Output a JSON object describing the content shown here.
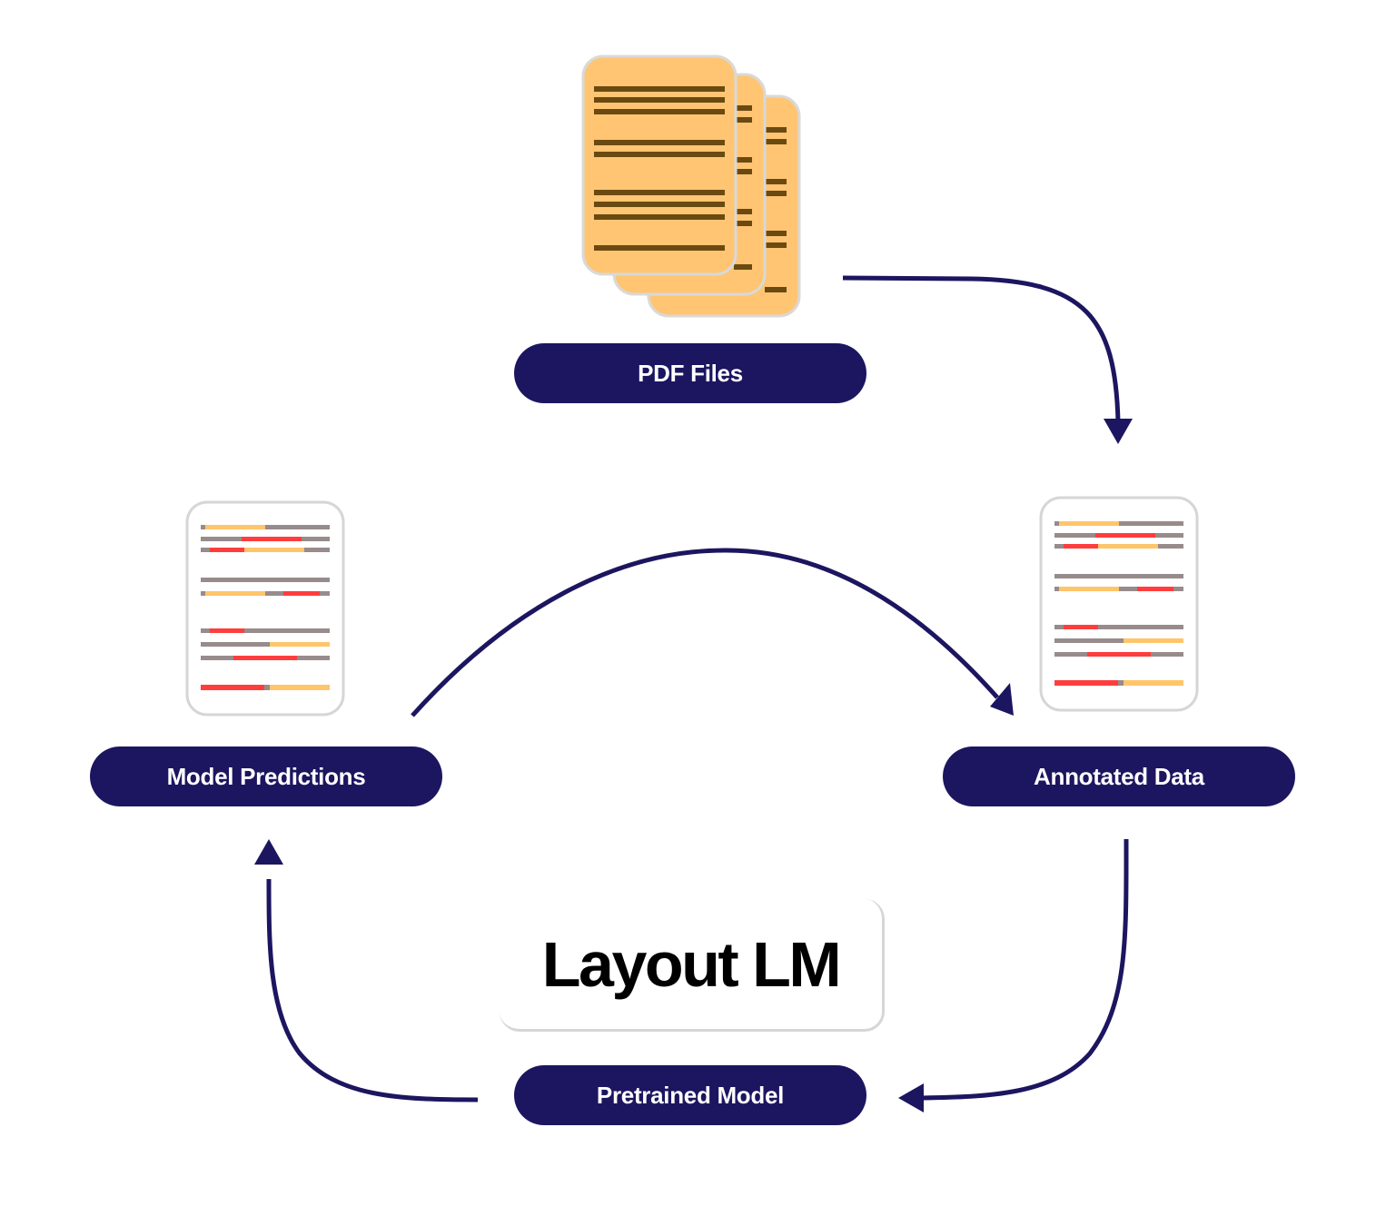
{
  "labels": {
    "pdf_files": "PDF Files",
    "model_predictions": "Model Predictions",
    "annotated_data": "Annotated Data",
    "pretrained_model": "Pretrained Model"
  },
  "title": "Layout LM",
  "colors": {
    "pill_bg": "#1c1660",
    "pill_text": "#ffffff",
    "arrow": "#1c1660",
    "doc_orange": "#ffc573",
    "doc_line_brown": "#6b4a12",
    "line_gray": "#978b8b",
    "line_yellow": "#ffc56b",
    "line_red": "#ff3d3d"
  },
  "icons": [
    "pdf-stack-icon",
    "predictions-document-icon",
    "annotated-document-icon"
  ]
}
